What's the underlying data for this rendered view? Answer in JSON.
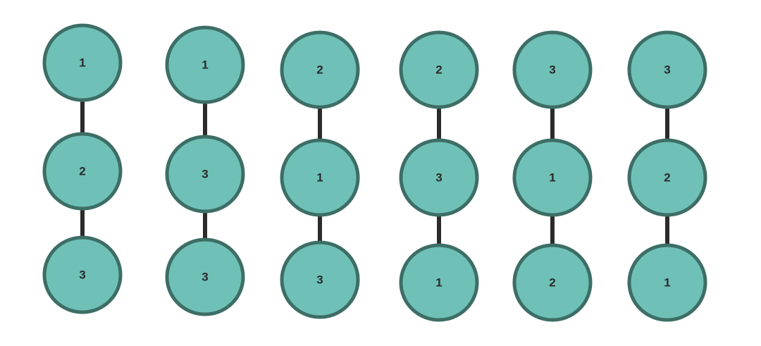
{
  "diagram": {
    "chains": [
      {
        "nodes": [
          "1",
          "2",
          "3"
        ]
      },
      {
        "nodes": [
          "1",
          "3",
          "3"
        ]
      },
      {
        "nodes": [
          "2",
          "1",
          "3"
        ]
      },
      {
        "nodes": [
          "2",
          "3",
          "1"
        ]
      },
      {
        "nodes": [
          "3",
          "1",
          "2"
        ]
      },
      {
        "nodes": [
          "3",
          "2",
          "1"
        ]
      }
    ],
    "colors": {
      "node_fill": "#6fc1b8",
      "node_stroke": "#3d6e66",
      "edge": "#2b2b2b",
      "label": "#2a2a2a"
    }
  }
}
